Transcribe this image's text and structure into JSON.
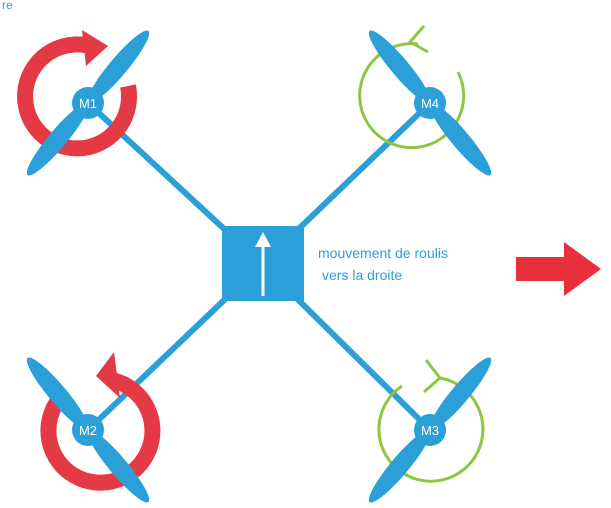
{
  "diagram": {
    "corner_fragment": "re",
    "motors": [
      {
        "id": "m1",
        "label": "M1",
        "spin": "clockwise",
        "thrust": "high"
      },
      {
        "id": "m4",
        "label": "M4",
        "spin": "counterclockwise",
        "thrust": "low"
      },
      {
        "id": "m2",
        "label": "M2",
        "spin": "counterclockwise",
        "thrust": "high"
      },
      {
        "id": "m3",
        "label": "M3",
        "spin": "clockwise",
        "thrust": "low"
      }
    ],
    "caption_line1": "mouvement de roulis",
    "caption_line2": "vers la droite",
    "colors": {
      "frame": "#2a9fd8",
      "high_thrust": "#e33a45",
      "low_thrust": "#8dc63f",
      "label_text": "#ffffff",
      "arrow": "#e8303c"
    }
  }
}
